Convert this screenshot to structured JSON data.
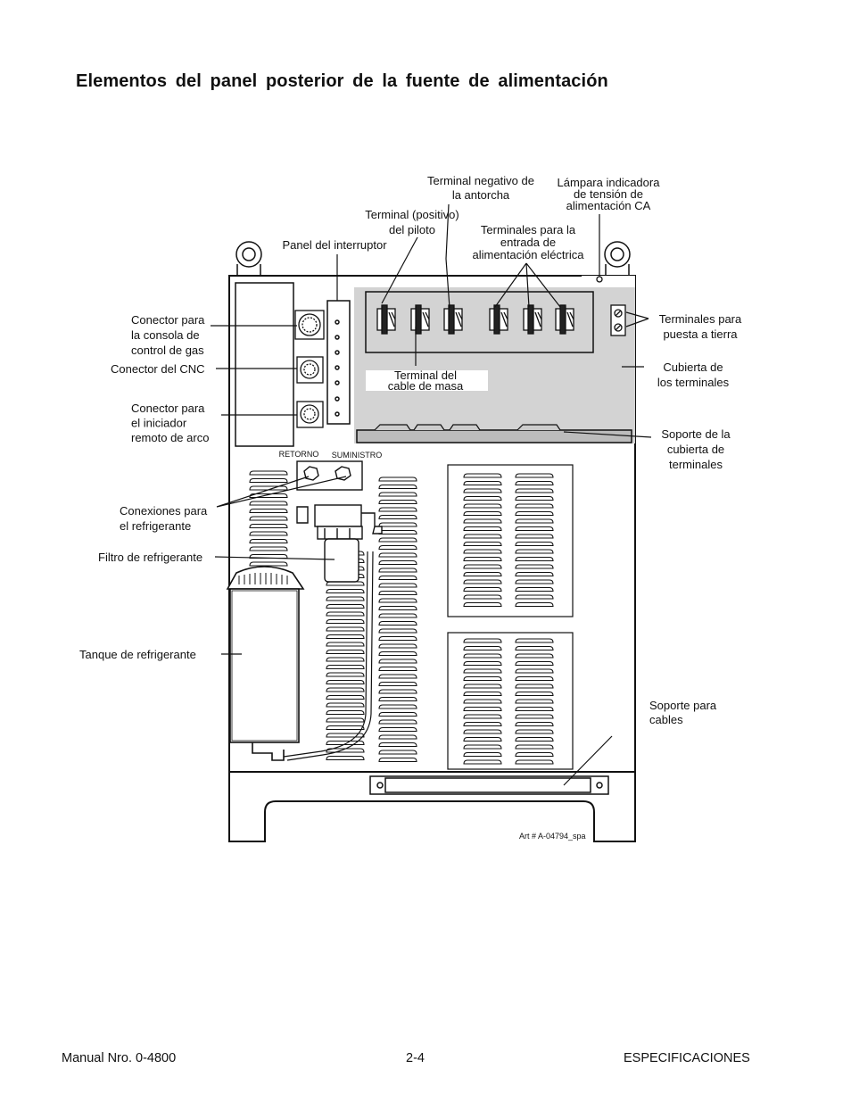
{
  "title": "Elementos del panel posterior de la fuente de alimentación",
  "labels": {
    "neg_terminal": [
      "Terminal negativo de",
      "la antorcha"
    ],
    "lamp": [
      "Lámpara indicadora",
      "de tensión de",
      "alimentación CA"
    ],
    "pilot": [
      "Terminal (positivo)",
      "del piloto"
    ],
    "input_terms": [
      "Terminales para la",
      "entrada de",
      "alimentación eléctrica"
    ],
    "switch_panel": [
      "Panel del interruptor"
    ],
    "gas_console": [
      "Conector para",
      "la consola de",
      "control de gas"
    ],
    "cnc": [
      "Conector del CNC"
    ],
    "arc_starter": [
      "Conector para",
      "el iniciador",
      "remoto de arco"
    ],
    "ground_terms": [
      "Terminales para",
      "puesta a tierra"
    ],
    "terminal_cover": [
      "Cubierta de",
      "los terminales"
    ],
    "work_cable": [
      "Terminal del",
      "cable de masa"
    ],
    "cover_support": [
      "Soporte de la",
      "cubierta de",
      "terminales"
    ],
    "retorno": [
      "RETORNO"
    ],
    "suministro": [
      "SUMINISTRO"
    ],
    "coolant_conn": [
      "Conexiones para",
      "el refrigerante"
    ],
    "coolant_filter": [
      "Filtro de refrigerante"
    ],
    "coolant_tank": [
      "Tanque de refrigerante"
    ],
    "cable_support": [
      "Soporte para",
      "cables"
    ],
    "art": [
      "Art # A-04794_spa"
    ]
  },
  "footer": {
    "left": "Manual Nro. 0-4800",
    "center": "2-4",
    "right": "ESPECIFICACIONES"
  }
}
